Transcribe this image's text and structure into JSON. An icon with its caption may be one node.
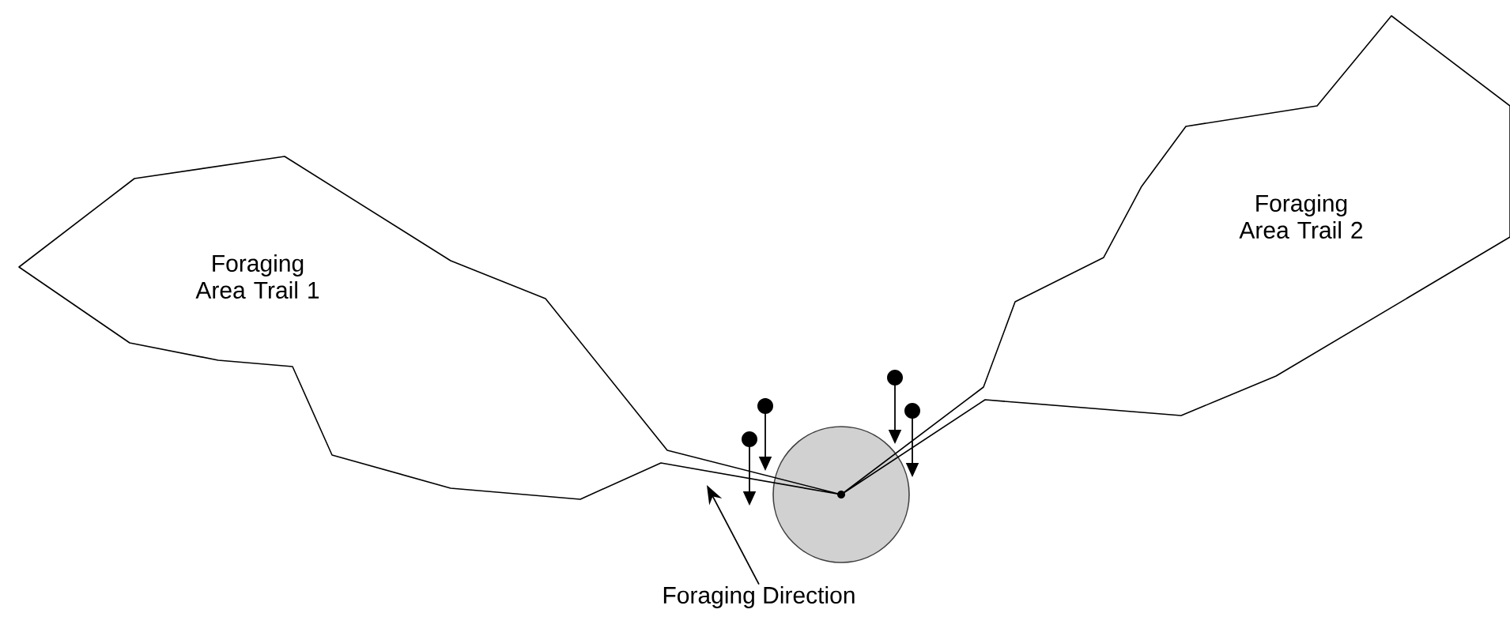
{
  "diagram": {
    "nodes": [
      {
        "text": [
          "Foraging Area Trail 1"
        ]
      },
      {
        "text": [
          "Foraging Area Trail 2"
        ]
      },
      {
        "text": [],
        "shape": "circle"
      },
      {
        "text": [
          "Foraging Direction"
        ]
      }
    ],
    "edges": [
      {
        "from": 3,
        "to": 0,
        "arrow": "to"
      }
    ]
  }
}
